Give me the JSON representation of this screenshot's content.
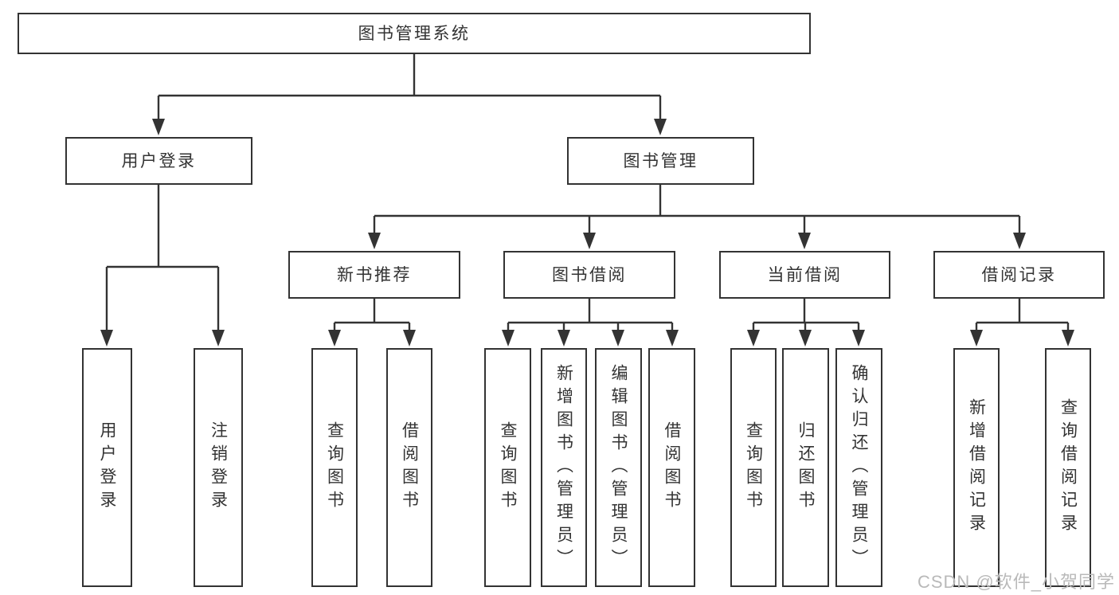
{
  "colors": {
    "line": "#333333",
    "border": "#333333",
    "text": "#333333",
    "watermark": "#b9b9b9",
    "background": "#ffffff"
  },
  "watermark": {
    "text": "CSDN @软件_小贺同学"
  },
  "diagram": {
    "root": {
      "label": "图书管理系统",
      "children": [
        {
          "label": "用户登录",
          "children": [
            {
              "label": "用户登录"
            },
            {
              "label": "注销登录"
            }
          ]
        },
        {
          "label": "图书管理",
          "children": [
            {
              "label": "新书推荐",
              "children": [
                {
                  "label": "查询图书"
                },
                {
                  "label": "借阅图书"
                }
              ]
            },
            {
              "label": "图书借阅",
              "children": [
                {
                  "label": "查询图书"
                },
                {
                  "label": "新增图书（管理员）"
                },
                {
                  "label": "编辑图书（管理员）"
                },
                {
                  "label": "借阅图书"
                }
              ]
            },
            {
              "label": "当前借阅",
              "children": [
                {
                  "label": "查询图书"
                },
                {
                  "label": "归还图书"
                },
                {
                  "label": "确认归还（管理员）"
                }
              ]
            },
            {
              "label": "借阅记录",
              "children": [
                {
                  "label": "新增借阅记录"
                },
                {
                  "label": "查询借阅记录"
                }
              ]
            }
          ]
        }
      ]
    }
  }
}
